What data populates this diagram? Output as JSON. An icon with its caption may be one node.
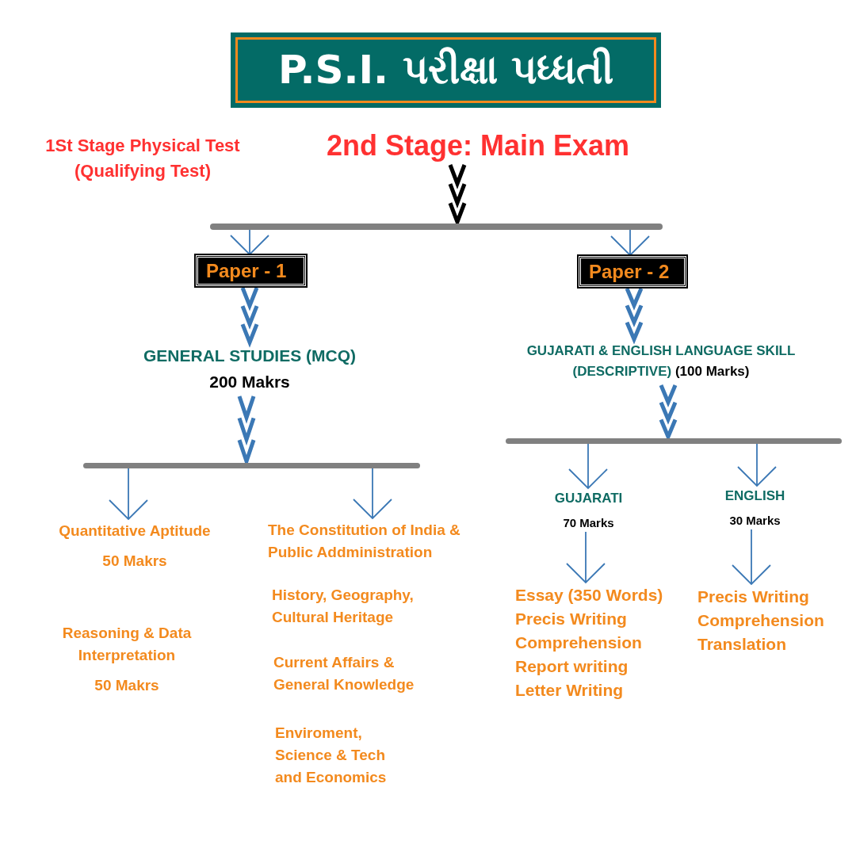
{
  "diagram": {
    "title": "P.S.I. પરીક્ષા પધ્ધતી",
    "nodes": [
      {
        "text": [
          "2nd Stage: Main Exam"
        ]
      },
      {
        "text": [],
        "shape": "bar"
      },
      {
        "text": [
          "Paper - 1"
        ]
      },
      {
        "text": [
          "Paper - 2"
        ]
      },
      {
        "text": [
          "GENERAL STUDIES (MCQ)",
          "200 Makrs"
        ]
      },
      {
        "text": [
          "GUJARATI & ENGLISH LANGUAGE SKILL (DESCRIPTIVE)",
          "(100 Marks)"
        ]
      },
      {
        "text": [],
        "shape": "bar"
      },
      {
        "text": [],
        "shape": "bar"
      },
      {
        "text": [
          "Quantitative Aptitude",
          "50 Makrs"
        ]
      },
      {
        "text": [
          "Reasoning & Data Interpretation",
          "50 Makrs"
        ]
      },
      {
        "text": [
          "The Constitution of India & Public Addministration"
        ]
      },
      {
        "text": [
          "History, Geography, Cultural Heritage"
        ]
      },
      {
        "text": [
          "Current Affairs & General Knowledge"
        ]
      },
      {
        "text": [
          "Enviroment, Science & Tech and Economics"
        ]
      },
      {
        "text": [
          "GUJARATI",
          "70 Marks"
        ]
      },
      {
        "text": [
          "ENGLISH",
          "30 Marks"
        ]
      },
      {
        "text": [
          "Essay (350 Words)",
          "Precis Writing",
          "Comprehension",
          "Report writing",
          "Letter Writing"
        ]
      },
      {
        "text": [
          "Precis Writing",
          "Comprehension",
          "Translation"
        ]
      }
    ],
    "edges": [
      {
        "from": 0,
        "to": 1,
        "arrow": "to",
        "style": "thick",
        "color": "#000000"
      },
      {
        "from": 1,
        "to": 2,
        "arrow": "to"
      },
      {
        "from": 1,
        "to": 3,
        "arrow": "to"
      },
      {
        "from": 2,
        "to": 4,
        "arrow": "to",
        "style": "thick"
      },
      {
        "from": 3,
        "to": 5,
        "arrow": "to",
        "style": "thick"
      },
      {
        "from": 4,
        "to": 6,
        "arrow": "to",
        "style": "thick"
      },
      {
        "from": 5,
        "to": 7,
        "arrow": "to",
        "style": "thick"
      },
      {
        "from": 6,
        "to": 8,
        "arrow": "to"
      },
      {
        "from": 6,
        "to": 10,
        "arrow": "to"
      },
      {
        "from": 7,
        "to": 14,
        "arrow": "to"
      },
      {
        "from": 7,
        "to": 15,
        "arrow": "to"
      },
      {
        "from": 14,
        "to": 16,
        "arrow": "to"
      },
      {
        "from": 15,
        "to": 17,
        "arrow": "to"
      }
    ],
    "labels": [
      "1St Stage Physical Test (Qualifying Test)"
    ]
  }
}
